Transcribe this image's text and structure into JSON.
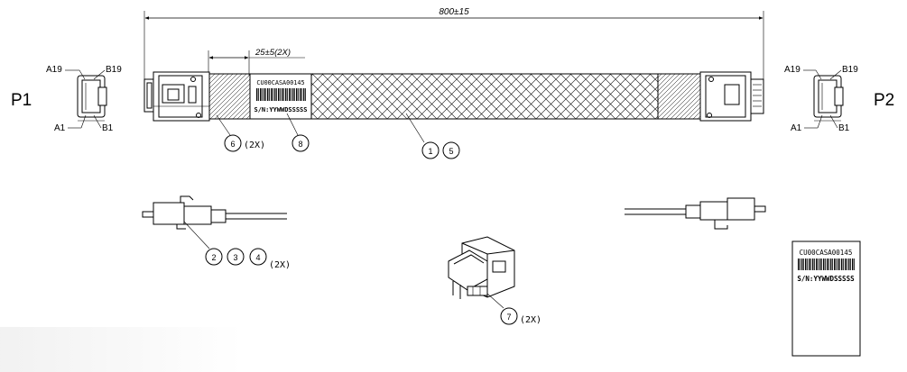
{
  "dimensions": {
    "overall_length": "800±15",
    "braid_offset": "25±5(2X)"
  },
  "ends": {
    "p1": {
      "label": "P1",
      "pins": {
        "top_left": "A19",
        "top_right": "B19",
        "bottom_left": "A1",
        "bottom_right": "B1"
      }
    },
    "p2": {
      "label": "P2",
      "pins": {
        "top_left": "A19",
        "top_right": "B19",
        "bottom_left": "A1",
        "bottom_right": "B1"
      }
    }
  },
  "cable_label": {
    "part_number": "CU00CASA00145",
    "serial": "S/N:YYWWDSSSSS"
  },
  "detail_label": {
    "part_number": "CU00CASA00145",
    "serial": "S/N:YYWWDSSSSS"
  },
  "callouts": {
    "c6": {
      "num": "6",
      "qty": "(2X)"
    },
    "c8": {
      "num": "8"
    },
    "c1": {
      "num": "1"
    },
    "c5": {
      "num": "5"
    },
    "c2": {
      "num": "2"
    },
    "c3": {
      "num": "3"
    },
    "c4": {
      "num": "4",
      "qty": "(2X)"
    },
    "c7": {
      "num": "7",
      "qty": "(2X)"
    }
  },
  "colors": {
    "line": "#000000",
    "background": "#ffffff"
  }
}
